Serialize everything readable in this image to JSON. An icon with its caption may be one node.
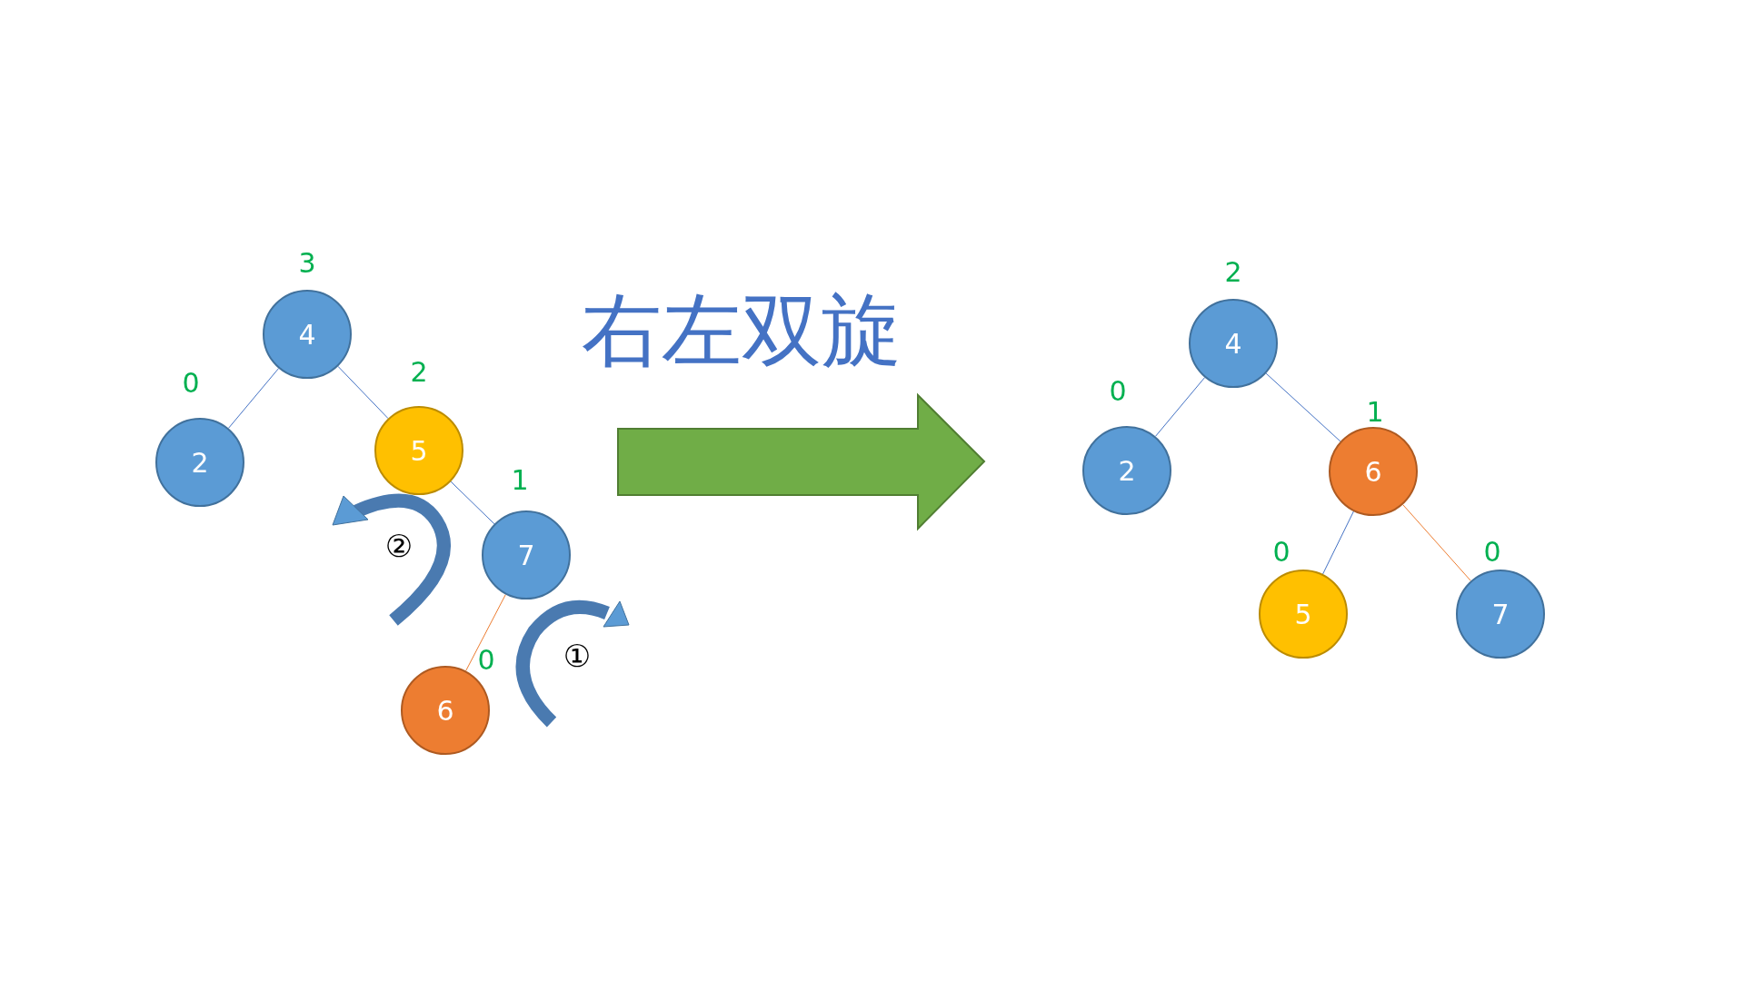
{
  "diagram": {
    "title": "右左双旋",
    "nodes": [
      {
        "text": [
          "4"
        ],
        "beside": [
          "3"
        ]
      },
      {
        "text": [
          "2"
        ],
        "beside": [
          "0"
        ]
      },
      {
        "text": [
          "5"
        ],
        "beside": [
          "2"
        ]
      },
      {
        "text": [
          "7"
        ],
        "beside": [
          "1"
        ]
      },
      {
        "text": [
          "6"
        ],
        "beside": [
          "0"
        ]
      },
      {
        "text": [
          "4"
        ],
        "beside": [
          "2"
        ]
      },
      {
        "text": [
          "2"
        ],
        "beside": [
          "0"
        ]
      },
      {
        "text": [
          "6"
        ],
        "beside": [
          "1"
        ]
      },
      {
        "text": [
          "5"
        ],
        "beside": [
          "0"
        ]
      },
      {
        "text": [
          "7"
        ],
        "beside": [
          "0"
        ]
      }
    ],
    "edges": [
      {
        "from": 0,
        "to": 1,
        "arrow": "none"
      },
      {
        "from": 0,
        "to": 2,
        "arrow": "none"
      },
      {
        "from": 2,
        "to": 3,
        "arrow": "none"
      },
      {
        "from": 3,
        "to": 4,
        "arrow": "none",
        "color": "#ed7d31"
      },
      {
        "from": 5,
        "to": 6,
        "arrow": "none"
      },
      {
        "from": 5,
        "to": 7,
        "arrow": "none"
      },
      {
        "from": 7,
        "to": 8,
        "arrow": "none"
      },
      {
        "from": 7,
        "to": 9,
        "arrow": "none",
        "color": "#ed7d31"
      }
    ],
    "labels": [
      "②",
      "①"
    ]
  }
}
